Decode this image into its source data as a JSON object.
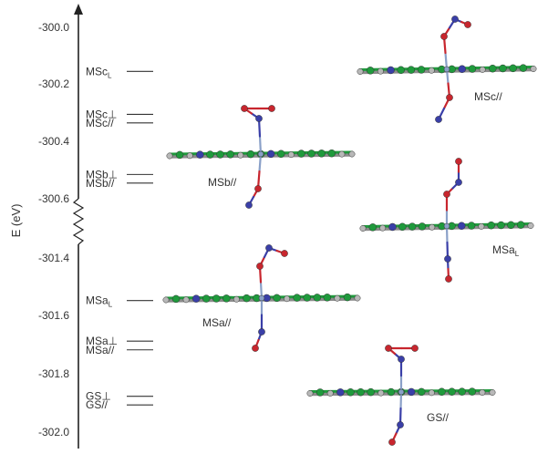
{
  "axis": {
    "title": "E (eV)",
    "ticks_upper": [
      "-300.0",
      "-300.2",
      "-300.4",
      "-300.6"
    ],
    "ticks_lower": [
      "-301.4",
      "-301.6",
      "-301.8",
      "-302.0"
    ]
  },
  "levels": [
    {
      "id": "msc-l",
      "text": "MSc",
      "sub": "L",
      "energy": -300.16
    },
    {
      "id": "msc-perp",
      "text": "MSc⊥",
      "sub": "",
      "energy": -300.31
    },
    {
      "id": "msc-par",
      "text": "MSc//",
      "sub": "",
      "energy": -300.34
    },
    {
      "id": "msb-perp",
      "text": "MSb⊥",
      "sub": "",
      "energy": -300.52
    },
    {
      "id": "msb-par",
      "text": "MSb//",
      "sub": "",
      "energy": -300.55
    },
    {
      "id": "msa-l",
      "text": "MSa",
      "sub": "L",
      "energy": -301.55
    },
    {
      "id": "msa-perp",
      "text": "MSa⊥",
      "sub": "",
      "energy": -301.69
    },
    {
      "id": "msa-par",
      "text": "MSa//",
      "sub": "",
      "energy": -301.72
    },
    {
      "id": "gs-perp",
      "text": "GS⊥",
      "sub": "",
      "energy": -301.88
    },
    {
      "id": "gs-par",
      "text": "GS//",
      "sub": "",
      "energy": -301.91
    }
  ],
  "molecules": [
    {
      "id": "msc-par",
      "text": "MSc//",
      "sub": ""
    },
    {
      "id": "msb-par",
      "text": "MSb//",
      "sub": ""
    },
    {
      "id": "msa-l",
      "text": "MSa",
      "sub": "L"
    },
    {
      "id": "msa-par",
      "text": "MSa//",
      "sub": ""
    },
    {
      "id": "gs-par",
      "text": "GS//",
      "sub": ""
    }
  ],
  "colors": {
    "carbon": "#1f9a3c",
    "nitrogen": "#3a3fa8",
    "oxygen": "#c8262e",
    "hydrogen": "#b8b8b8",
    "metal": "#8aa0c8",
    "axis": "#222222"
  }
}
